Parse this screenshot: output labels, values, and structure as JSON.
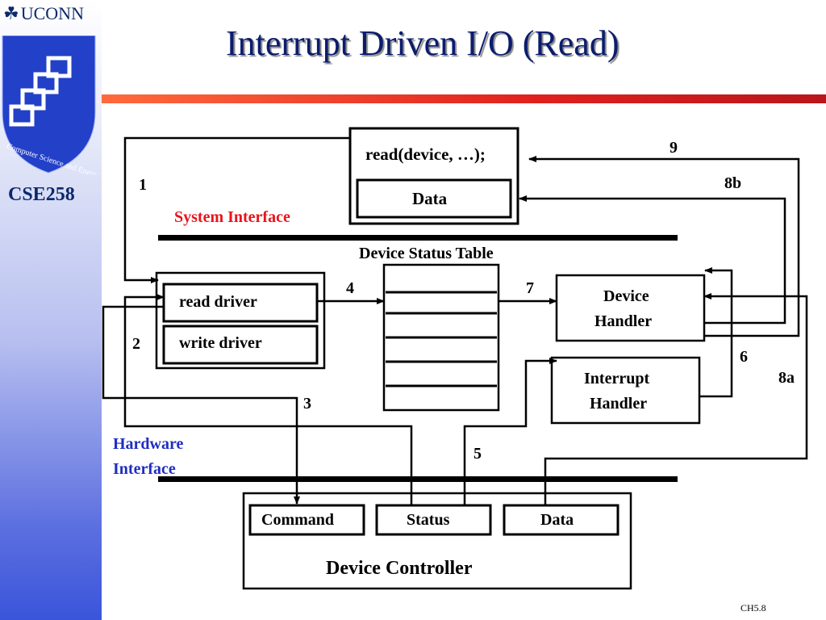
{
  "slide": {
    "title": "Interrupt Driven I/O (Read)",
    "logo_text": "UCONN",
    "seal_text": "Computer Science and Engineering",
    "course": "CSE258",
    "footer": "CH5.8"
  },
  "diagram": {
    "read_call": "read(device, …);",
    "user_data": "Data",
    "system_interface": "System Interface",
    "hardware_interface_line1": "Hardware",
    "hardware_interface_line2": "Interface",
    "device_status_table": "Device Status Table",
    "read_driver": "read driver",
    "write_driver": "write driver",
    "device_handler_line1": "Device",
    "device_handler_line2": "Handler",
    "interrupt_handler_line1": "Interrupt",
    "interrupt_handler_line2": "Handler",
    "command": "Command",
    "status": "Status",
    "controller_data": "Data",
    "device_controller": "Device Controller",
    "steps": [
      "1",
      "2",
      "3",
      "4",
      "5",
      "6",
      "7",
      "8a",
      "8b",
      "9"
    ]
  },
  "colors": {
    "title": "#0b1c6e",
    "system_interface": "#e8141b",
    "hardware_interface": "#1f2ec2",
    "accent_bar": "#e0201e"
  }
}
